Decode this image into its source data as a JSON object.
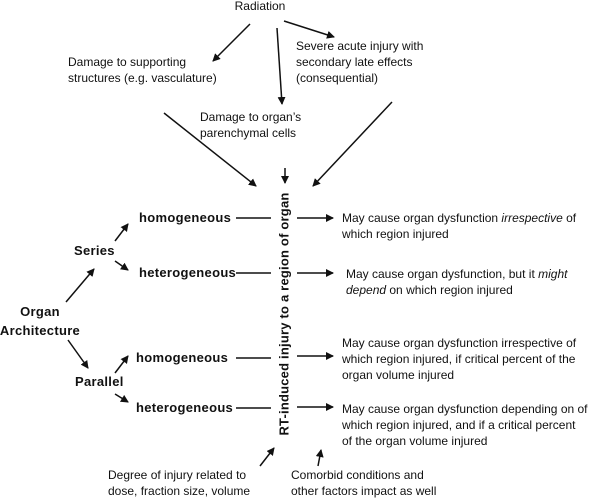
{
  "diagram": {
    "root": "Radiation",
    "causes": [
      {
        "id": "supporting",
        "lines": [
          "Damage to supporting",
          "structures (e.g. vasculature)"
        ]
      },
      {
        "id": "parenchymal",
        "lines": [
          "Damage to organ’s",
          "parenchymal cells"
        ]
      },
      {
        "id": "acute",
        "lines": [
          "Severe acute injury with",
          "secondary late effects",
          "(consequential)"
        ]
      }
    ],
    "central_label": "RT-induced injury to a region of organ",
    "organ_architecture": [
      "Organ",
      "Architecture"
    ],
    "series": "Series",
    "parallel": "Parallel",
    "homogeneous": "homogeneous",
    "heterogeneous": "heterogeneous",
    "outcomes": {
      "series_homo": {
        "l1a": "May cause organ dysfunction ",
        "l1i": "irrespective",
        "l1b": " of",
        "l2": "which region injured"
      },
      "series_hetero": {
        "l1a": "May cause organ dysfunction, but it ",
        "l1i": "might",
        "l2i": "depend",
        "l2b": " on which region injured"
      },
      "parallel_homo": {
        "lines": [
          "May cause organ dysfunction irrespective of",
          "which region injured, if critical percent of the",
          "organ volume injured"
        ]
      },
      "parallel_hetero": {
        "lines": [
          "May cause organ dysfunction depending on of",
          "which region injured, and if a critical percent",
          "of the organ volume injured"
        ]
      }
    },
    "factors": [
      {
        "id": "degree",
        "lines": [
          "Degree of injury related to",
          "dose, fraction size, volume"
        ]
      },
      {
        "id": "comorbid",
        "lines": [
          "Comorbid conditions and",
          "other factors impact as well"
        ]
      }
    ]
  }
}
